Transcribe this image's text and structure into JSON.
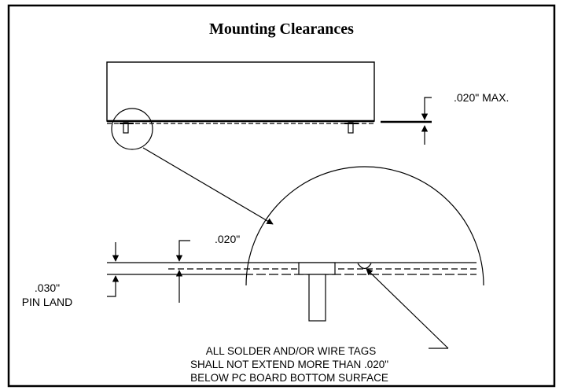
{
  "title": "Mounting Clearances",
  "labels": {
    "max_clearance": ".020\" MAX.",
    "detail_clearance": ".020\"",
    "pin_land_value": ".030\"",
    "pin_land_text": "PIN LAND"
  },
  "note": {
    "line1": "ALL SOLDER AND/OR WIRE TAGS",
    "line2": "SHALL NOT EXTEND MORE THAN .020\"",
    "line3": "BELOW PC BOARD BOTTOM SURFACE"
  },
  "colors": {
    "ink": "#000000",
    "background": "#ffffff"
  }
}
